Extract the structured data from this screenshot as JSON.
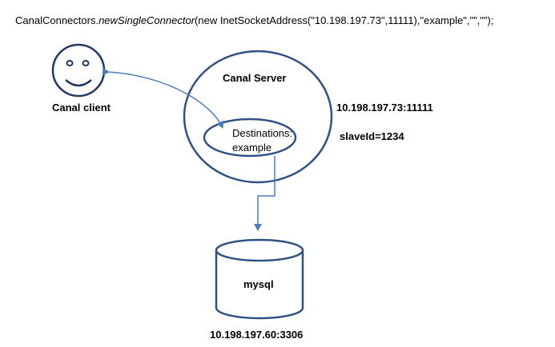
{
  "code": {
    "prefix": "CanalConnectors.",
    "method": "newSingleConnector",
    "args": "(new InetSocketAddress(\"10.198.197.73\",11111),\"example\",\"\",\"\");"
  },
  "client": {
    "label": "Canal client"
  },
  "server": {
    "label": "Canal Server",
    "address": "10.198.197.73:11111",
    "slave_id": "slaveId=1234",
    "destinations_label": "Destinations:",
    "destination_name": "example"
  },
  "database": {
    "label": "mysql",
    "address": "10.198.197.60:3306"
  },
  "colors": {
    "outline": "#2f5186",
    "arrow": "#4a7ebb",
    "face": "#1f3864"
  },
  "icons": {
    "client": "smiley-face-icon",
    "database": "database-cylinder-icon"
  }
}
